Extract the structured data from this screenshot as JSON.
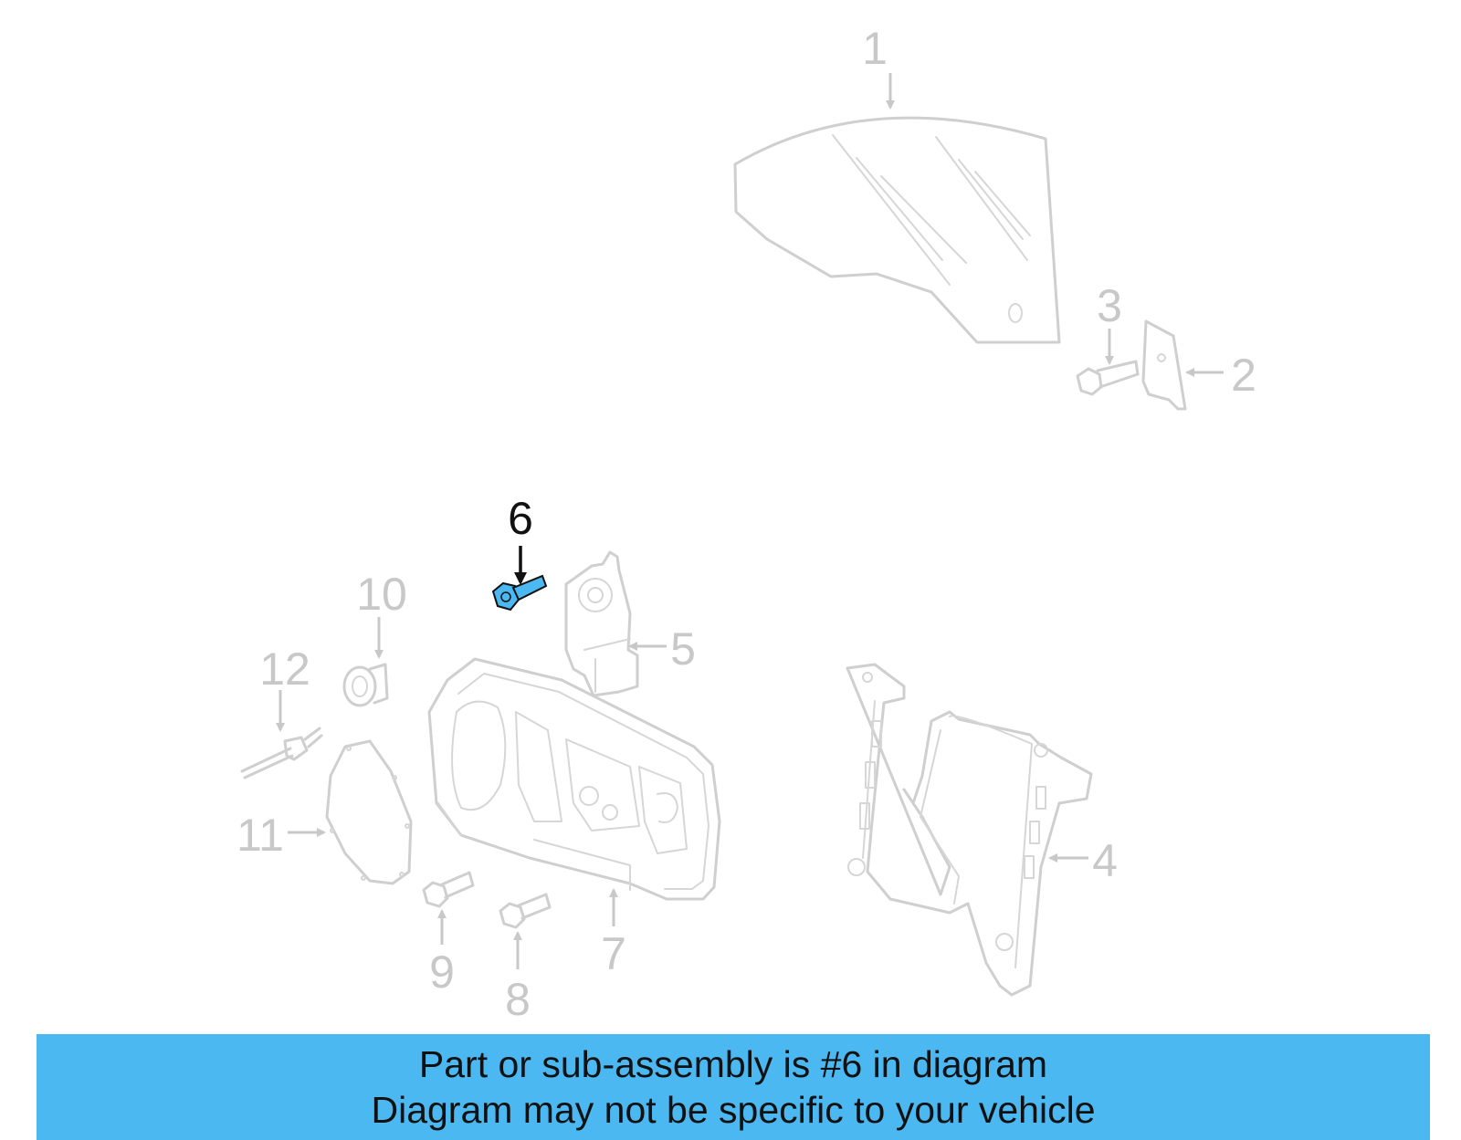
{
  "callouts": {
    "c1": "1",
    "c2": "2",
    "c3": "3",
    "c4": "4",
    "c5": "5",
    "c6": "6",
    "c7": "7",
    "c8": "8",
    "c9": "9",
    "c10": "10",
    "c11": "11",
    "c12": "12"
  },
  "highlight": {
    "part": "6",
    "color": "#4bb8f2"
  },
  "banner": {
    "line1": "Part or sub-assembly is #6 in diagram",
    "line2": "Diagram may not be specific to your vehicle",
    "background": "#4bb8f2"
  }
}
